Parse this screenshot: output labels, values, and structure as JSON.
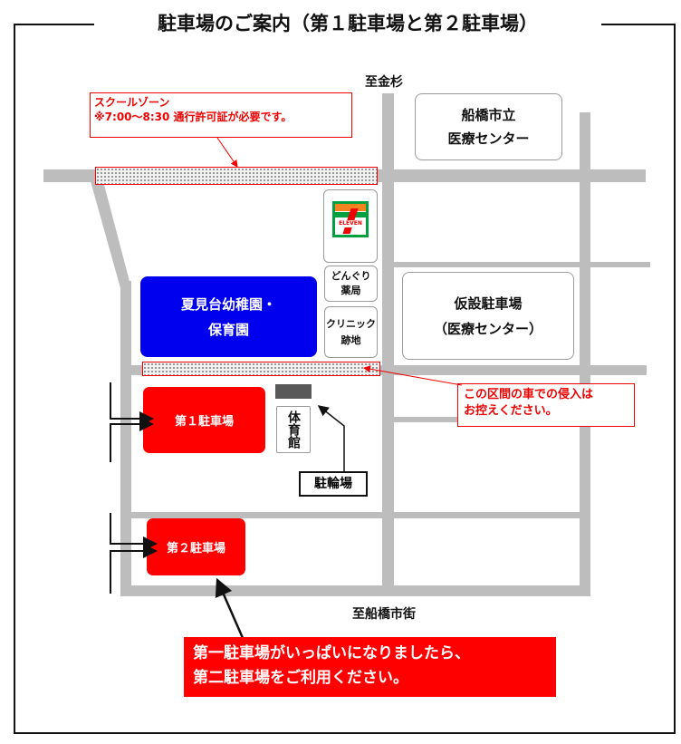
{
  "title": "駐車場のご案内（第１駐車場と第２駐車場）",
  "directions": {
    "north": "至金杉",
    "south": "至船橋市街"
  },
  "school_zone": {
    "line1": "スクールゾーン",
    "line2": "※7:00～8:30 通行許可証が必要です。"
  },
  "landmarks": {
    "hospital": {
      "line1": "船橋市立",
      "line2": "医療センター"
    },
    "seven_eleven_logo_text": "ELEVEN",
    "donguri": {
      "line1": "どんぐり",
      "line2": "薬局"
    },
    "clinic": {
      "line1": "クリニック",
      "line2": "跡地"
    },
    "temp_parking": {
      "line1": "仮設駐車場",
      "line2": "（医療センター）"
    },
    "kindergarten": {
      "line1": "夏見台幼稚園・",
      "line2": "保育園"
    },
    "gym": "体育館",
    "bicycle_parking": "駐輪場"
  },
  "parking": {
    "lot1": "第１駐車場",
    "lot2": "第２駐車場"
  },
  "no_entry_note": {
    "line1": "この区間の車での侵入は",
    "line2": "お控えください。"
  },
  "banner": {
    "line1": "第一駐車場がいっぱいになりましたら、",
    "line2": "第二駐車場をご利用ください。"
  },
  "colors": {
    "parking_red": "#ff0000",
    "kindergarten_blue": "#0000ee",
    "road_gray": "#bdbdbd",
    "warning_text_red": "#ee0000"
  }
}
